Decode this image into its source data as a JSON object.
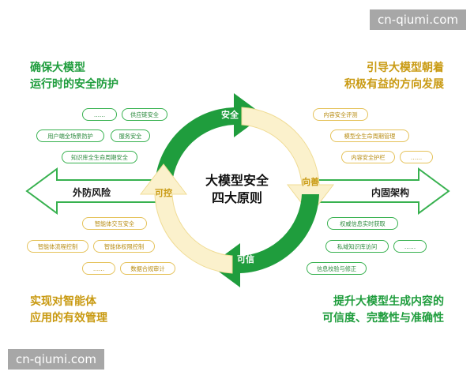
{
  "watermark_top": "cn-qiumi.com",
  "watermark_bottom": "cn-qiumi.com",
  "center_title": "大模型安全\n四大原则",
  "ring": {
    "top": "安全",
    "right": "向善",
    "bottom": "可信",
    "left": "可控"
  },
  "left_arrow_label": "外防风险",
  "right_arrow_label": "内固架构",
  "corner_titles": {
    "top_left": "确保大模型\n运行时的安全防护",
    "top_right": "引导大模型朝着\n积极有益的方向发展",
    "bottom_left": "实现对智能体\n应用的有效管理",
    "bottom_right": "提升大模型生成内容的\n可信度、完整性与准确性"
  },
  "pills": {
    "top_left": [
      "……",
      "供应链安全",
      "用户端全场景防护",
      "服务安全",
      "知识库全生命周期安全"
    ],
    "top_right": [
      "内容安全评测",
      "模型全生命周期管理",
      "内容安全护栏",
      "……"
    ],
    "bottom_left": [
      "智能体交互安全",
      "智能体流程控制",
      "智能体权限控制",
      "……",
      "数据合规审计"
    ],
    "bottom_right": [
      "权威信息实时获取",
      "私域知识库访问",
      "……",
      "信息校验与修正"
    ]
  },
  "colors": {
    "green": "#1f9d3d",
    "pale_yellow": "#fbf1cc",
    "gold_text": "#c99a12"
  }
}
